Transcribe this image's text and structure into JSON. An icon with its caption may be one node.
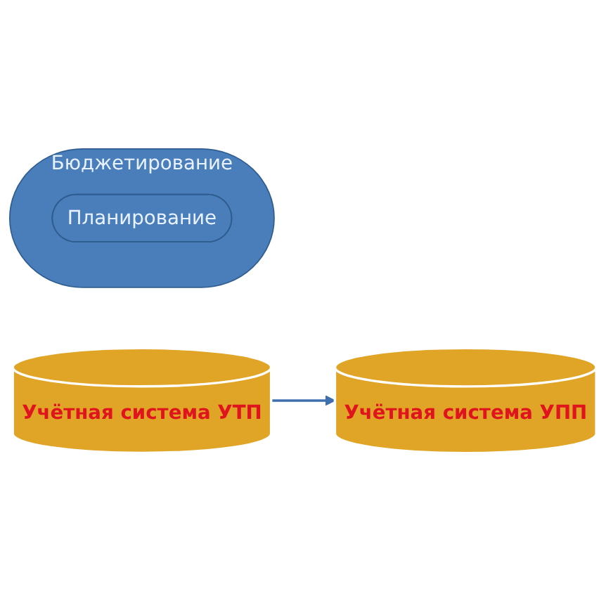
{
  "diagram": {
    "nodes": [
      {
        "text": [
          "Учётная система УТП"
        ]
      },
      {
        "text": [
          "Бюджетирование"
        ]
      },
      {
        "text": [
          "Планирование"
        ],
        "in": 1
      },
      {
        "text": [
          "Учётная система УПП"
        ]
      }
    ],
    "edges": [
      {
        "from": 0,
        "to": 3,
        "arrow": "to"
      }
    ]
  }
}
